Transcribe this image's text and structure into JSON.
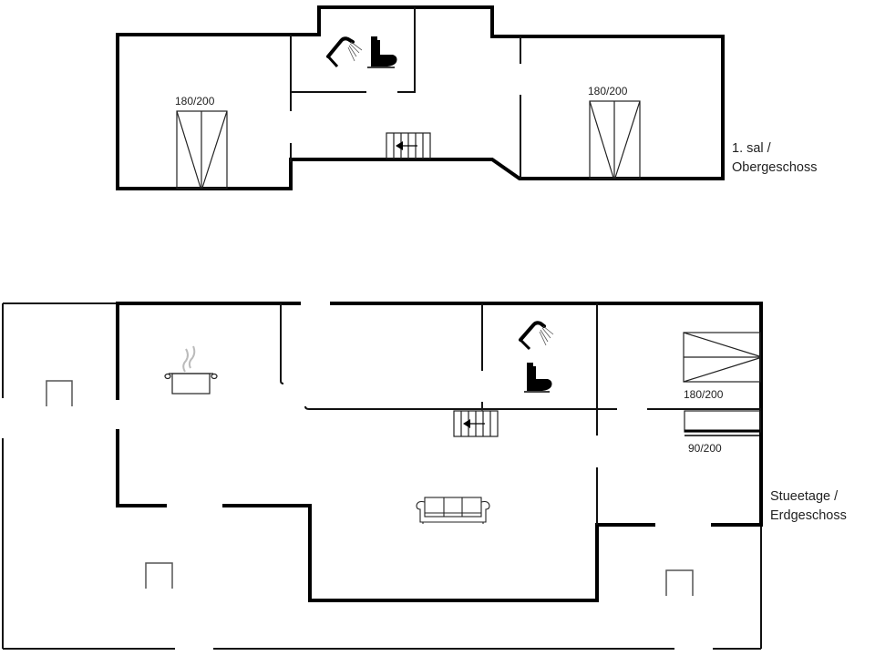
{
  "floors": [
    {
      "id": "upper",
      "name_line1": "1. sal /",
      "name_line2": "Obergeschoss",
      "rooms": [
        {
          "type": "bedroom",
          "bed_label": "180/200"
        },
        {
          "type": "bathroom",
          "fixtures": [
            "shower",
            "toilet"
          ]
        },
        {
          "type": "hall",
          "fixtures": [
            "stairs-down"
          ]
        },
        {
          "type": "bedroom",
          "bed_label": "180/200"
        }
      ]
    },
    {
      "id": "ground",
      "name_line1": "Stueetage /",
      "name_line2": "Erdgeschoss",
      "rooms": [
        {
          "type": "kitchen",
          "fixtures": [
            "cooking-pot"
          ]
        },
        {
          "type": "bathroom",
          "fixtures": [
            "shower",
            "toilet"
          ]
        },
        {
          "type": "hall",
          "fixtures": [
            "stairs-up"
          ]
        },
        {
          "type": "bedroom",
          "bed_label": "180/200"
        },
        {
          "type": "bedroom",
          "bed_label": "90/200"
        },
        {
          "type": "living-room",
          "fixtures": [
            "sofa"
          ]
        },
        {
          "type": "terrace",
          "fixtures": [
            "door",
            "door",
            "door"
          ]
        }
      ]
    }
  ],
  "labels": {
    "upper_bed_left": "180/200",
    "upper_bed_right": "180/200",
    "ground_bed_double": "180/200",
    "ground_bed_single": "90/200"
  },
  "colors": {
    "wall": "#000000",
    "background": "#ffffff",
    "steam": "#bbbbbb"
  }
}
